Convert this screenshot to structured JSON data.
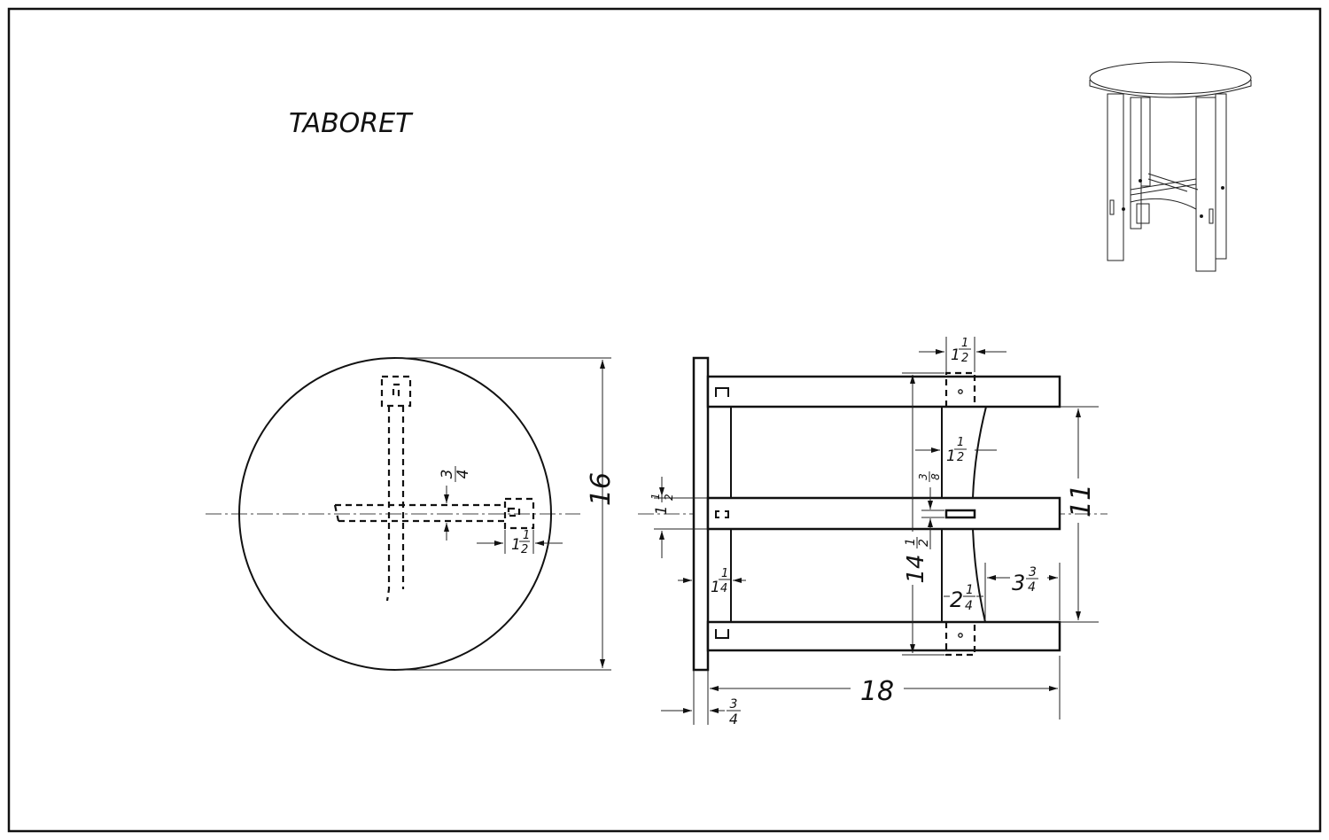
{
  "title": "TABORET",
  "colors": {
    "ink": "#111111",
    "paper": "#ffffff"
  },
  "plan_view": {
    "dims": {
      "rail_width": {
        "num": "3",
        "den": "4"
      },
      "leg_offset": {
        "whole": "1",
        "num": "1",
        "den": "2"
      }
    }
  },
  "side_view": {
    "dims": {
      "top_diameter": {
        "whole": "16"
      },
      "rail_height": {
        "whole": "1",
        "num": "1",
        "den": "2"
      },
      "leg_inset": {
        "whole": "1",
        "num": "1",
        "den": "4"
      },
      "leg_width_top": {
        "whole": "1",
        "num": "1",
        "den": "2"
      },
      "leg_width_mid": {
        "whole": "1",
        "num": "1",
        "den": "2"
      },
      "mortise": {
        "num": "3",
        "den": "8"
      },
      "spread": {
        "whole": "14",
        "num": "1",
        "den": "2"
      },
      "inner_span": {
        "whole": "11"
      },
      "foot_length": {
        "whole": "3",
        "num": "3",
        "den": "4"
      },
      "foot_width": {
        "whole": "2",
        "num": "1",
        "den": "4"
      },
      "height": {
        "whole": "18"
      },
      "top_thickness": {
        "num": "3",
        "den": "4"
      }
    }
  }
}
